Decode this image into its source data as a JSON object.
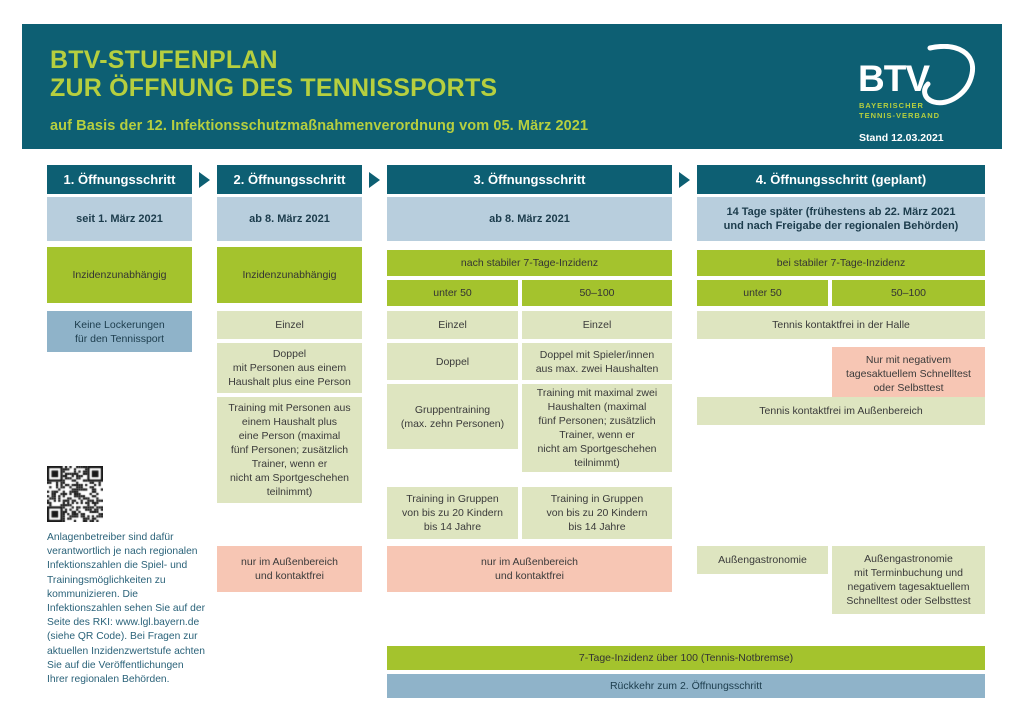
{
  "header": {
    "title": "BTV-STUFENPLAN\nZUR ÖFFNUNG DES TENNISSPORTS",
    "subtitle": "auf Basis der 12. Infektionsschutzmaßnahmenverordnung vom 05. März 2021",
    "logo_text": "BTV",
    "logo_sub1": "BAYERISCHER",
    "logo_sub2": "TENNIS-VERBAND",
    "stand": "Stand 12.03.2021",
    "colors": {
      "teal": "#0d5f73",
      "accent_green": "#b6cf3f"
    }
  },
  "columns": [
    {
      "heading": "1. Öffnungsschritt",
      "date": "seit 1. März 2021",
      "incidence_header": "Inzidenzunabhängig",
      "items": [
        {
          "text": "Keine Lockerungen\nfür den Tennissport",
          "style": "blue"
        }
      ]
    },
    {
      "heading": "2. Öffnungsschritt",
      "date": "ab 8. März 2021",
      "incidence_header": "Inzidenzunabhängig",
      "items": [
        {
          "text": "Einzel",
          "style": "palegreen"
        },
        {
          "text": "Doppel\nmit Personen aus einem\nHaushalt plus eine Person",
          "style": "palegreen"
        },
        {
          "text": "Training mit Personen aus\neinem Haushalt plus\neine Person (maximal\nfünf Personen; zusätzlich\nTrainer, wenn er\nnicht am Sportgeschehen\nteilnimmt)",
          "style": "palegreen"
        },
        {
          "text": "nur im Außenbereich\nund kontaktfrei",
          "style": "salmon"
        }
      ]
    },
    {
      "heading": "3. Öffnungsschritt",
      "date": "ab 8. März 2021",
      "incidence_header": "nach stabiler 7-Tage-Inzidenz",
      "sub_headers": [
        "unter 50",
        "50–100"
      ],
      "left_items": [
        {
          "text": "Einzel",
          "style": "palegreen"
        },
        {
          "text": "Doppel",
          "style": "palegreen"
        },
        {
          "text": "Gruppentraining\n(max. zehn Personen)",
          "style": "palegreen"
        },
        {
          "text": "Training in Gruppen\nvon bis zu 20 Kindern\nbis 14 Jahre",
          "style": "palegreen"
        }
      ],
      "right_items": [
        {
          "text": "Einzel",
          "style": "palegreen"
        },
        {
          "text": "Doppel mit Spieler/innen\naus max. zwei Haushalten",
          "style": "palegreen"
        },
        {
          "text": "Training mit maximal zwei\nHaushalten (maximal\nfünf Personen; zusätzlich\nTrainer, wenn er\nnicht am Sportgeschehen\nteilnimmt)",
          "style": "palegreen"
        },
        {
          "text": "Training in Gruppen\nvon bis zu 20 Kindern\nbis 14 Jahre",
          "style": "palegreen"
        }
      ],
      "footer": {
        "text": "nur im Außenbereich\nund kontaktfrei",
        "style": "salmon"
      }
    },
    {
      "heading": "4. Öffnungsschritt (geplant)",
      "date": "14 Tage später (frühestens ab 22. März 2021\nund nach Freigabe der regionalen Behörden)",
      "incidence_header": "bei stabiler 7-Tage-Inzidenz",
      "sub_headers": [
        "unter 50",
        "50–100"
      ],
      "full_items": [
        {
          "text": "Tennis kontaktfrei in der Halle",
          "style": "palegreen"
        },
        {
          "text": "Tennis kontaktfrei im Außenbereich",
          "style": "palegreen"
        }
      ],
      "right_only": {
        "text": "Nur mit negativem\ntagesaktuellem Schnelltest\noder Selbsttest",
        "style": "salmon"
      },
      "gastro_left": {
        "text": "Außengastronomie",
        "style": "palegreen"
      },
      "gastro_right": {
        "text": "Außengastronomie\nmit Terminbuchung und\nnegativem tagesaktuellem\nSchnelltest oder Selbsttest",
        "style": "palegreen"
      }
    }
  ],
  "bottom_bars": [
    {
      "text": "7-Tage-Inzidenz über 100 (Tennis-Notbremse)",
      "style": "green"
    },
    {
      "text": "Rückkehr zum 2. Öffnungsschritt",
      "style": "blue"
    }
  ],
  "note": {
    "qr_label": "qr-code",
    "text": "Anlagenbetreiber sind dafür verantwortlich je nach regionalen Infektionszahlen die Spiel- und Trainingsmöglichkeiten zu kommunizieren. Die Infektionszahlen sehen Sie auf der Seite des RKI: www.lgl.bayern.de (siehe QR Code). Bei Fragen zur aktuellen Inzidenzwertstufe achten Sie auf die Veröffentlichungen Ihrer regionalen Behörden."
  },
  "palette": {
    "teal": "#0d5f73",
    "light_blue": "#b8cedd",
    "blue": "#8fb3c9",
    "green": "#a4c32d",
    "pale_green": "#dee5c0",
    "salmon": "#f7c6b4"
  }
}
